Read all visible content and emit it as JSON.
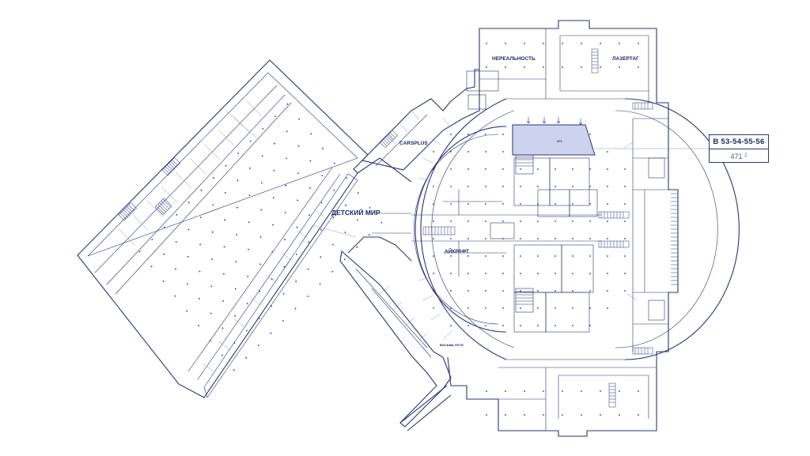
{
  "map": {
    "labels": {
      "detsky_mir": "ДЕТСКИЙ МИР",
      "carsplus": "CARSPLUS",
      "nerealnost": "НЕРЕАЛЬНОСТЬ",
      "lazertag": "ЛАЗЕРТАГ",
      "aykraft": "АЙКРАФТ",
      "vosmi": "ВОСЬМЬ ПУТИ"
    },
    "selected_unit": {
      "code": "В 53-54-55-56",
      "area": "471",
      "area_unit": "2",
      "unit_code_small": "471"
    },
    "colors": {
      "line": "#2b3477",
      "highlight": "#cdd3ee",
      "background": "#ffffff"
    }
  }
}
